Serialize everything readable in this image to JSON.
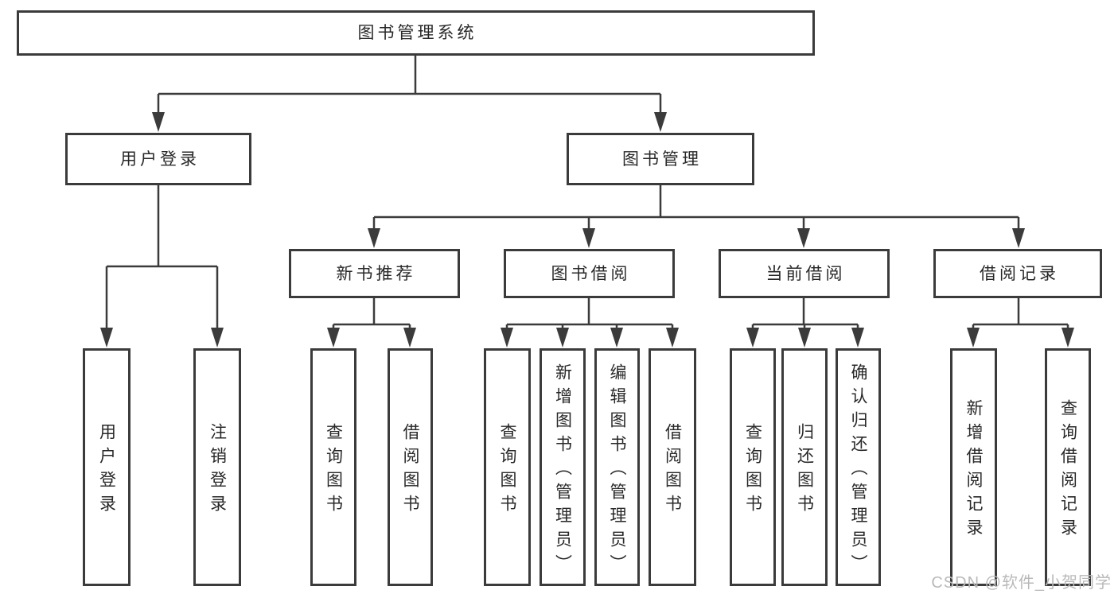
{
  "diagram": {
    "root": {
      "label": "图书管理系统"
    },
    "level2": [
      {
        "label": "用户登录"
      },
      {
        "label": "图书管理"
      }
    ],
    "level3": [
      {
        "label": "新书推荐"
      },
      {
        "label": "图书借阅"
      },
      {
        "label": "当前借阅"
      },
      {
        "label": "借阅记录"
      }
    ],
    "leaves": [
      {
        "label": "用户登录"
      },
      {
        "label": "注销登录"
      },
      {
        "label": "查询图书"
      },
      {
        "label": "借阅图书"
      },
      {
        "label": "查询图书"
      },
      {
        "label": "新增图书（管理员）"
      },
      {
        "label": "编辑图书（管理员）"
      },
      {
        "label": "借阅图书"
      },
      {
        "label": "查询图书"
      },
      {
        "label": "归还图书"
      },
      {
        "label": "确认归还（管理员）"
      },
      {
        "label": "新增借阅记录"
      },
      {
        "label": "查询借阅记录"
      }
    ],
    "watermark": "CSDN @软件_小贺同学",
    "colors": {
      "line": "#3b3b3b",
      "box_border": "#3b3b3b",
      "text": "#282828",
      "watermark": "#b9b9b9",
      "background": "#ffffff"
    }
  }
}
